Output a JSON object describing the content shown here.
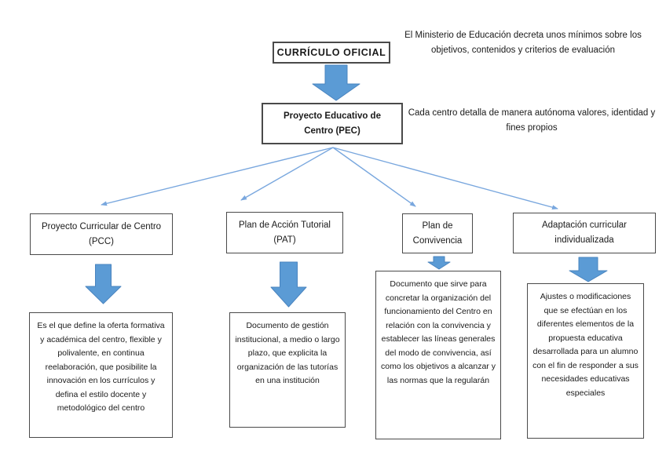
{
  "diagram": {
    "root": {
      "label": "CURRÍCULO OFICIAL",
      "note": "El Ministerio de Educación decreta unos mínimos sobre los objetivos, contenidos y criterios de evaluación"
    },
    "pec": {
      "label": "Proyecto Educativo de Centro (PEC)",
      "note": "Cada centro detalla de manera autónoma valores, identidad y fines propios"
    },
    "branches": [
      {
        "title": "Proyecto Curricular de Centro (PCC)",
        "description": "Es el que define la oferta formativa y académica del centro, flexible y polivalente, en continua reelaboración, que posibilite la innovación en los currículos y defina el estilo docente y metodológico del centro"
      },
      {
        "title": "Plan de Acción Tutorial (PAT)",
        "description": "Documento de gestión institucional, a medio o largo plazo, que explicita la organización de las tutorías en una institución"
      },
      {
        "title": "Plan de Convivencia",
        "description": "Documento que sirve para concretar la organización del funcionamiento del Centro en relación con la convivencia y establecer las líneas generales del modo de convivencia, así como los objetivos a alcanzar y las normas que la regularán"
      },
      {
        "title": "Adaptación curricular individualizada",
        "description": "Ajustes o modificaciones que se efectúan en los diferentes elementos de la propuesta educativa desarrollada para un alumno con el fin de responder a sus necesidades educativas especiales"
      }
    ]
  },
  "colors": {
    "box_border": "#4a4a4a",
    "block_arrow_fill": "#5B9BD5",
    "block_arrow_stroke": "#4A84BF",
    "line_arrow": "#79A7DE"
  }
}
